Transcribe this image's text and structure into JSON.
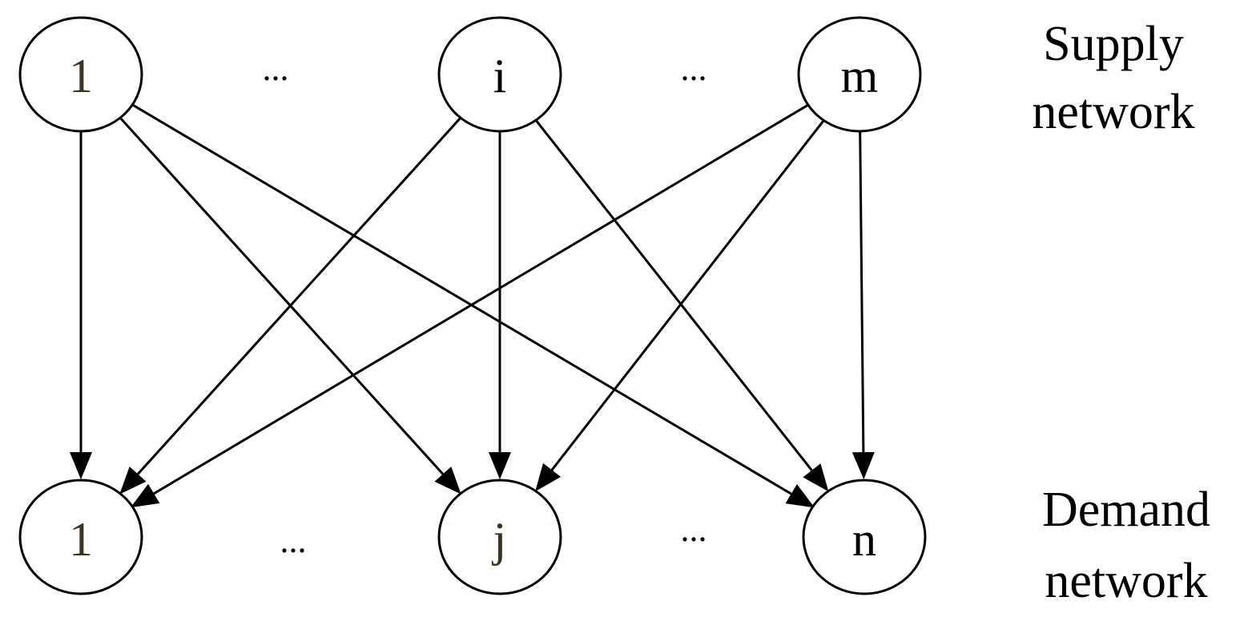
{
  "supply": {
    "label_line1": "Supply",
    "label_line2": "network",
    "nodes": [
      {
        "id": "s1",
        "label": "1"
      },
      {
        "id": "si",
        "label": "i"
      },
      {
        "id": "sm",
        "label": "m"
      }
    ],
    "ellipses": [
      "...",
      "..."
    ]
  },
  "demand": {
    "label_line1": "Demand",
    "label_line2": "network",
    "nodes": [
      {
        "id": "d1",
        "label": "1"
      },
      {
        "id": "dj",
        "label": "j"
      },
      {
        "id": "dn",
        "label": "n"
      }
    ],
    "ellipses": [
      "...",
      "..."
    ]
  },
  "edges": [
    {
      "from": "s1",
      "to": "d1"
    },
    {
      "from": "s1",
      "to": "dj"
    },
    {
      "from": "s1",
      "to": "dn"
    },
    {
      "from": "si",
      "to": "d1"
    },
    {
      "from": "si",
      "to": "dj"
    },
    {
      "from": "si",
      "to": "dn"
    },
    {
      "from": "sm",
      "to": "d1"
    },
    {
      "from": "sm",
      "to": "dj"
    },
    {
      "from": "sm",
      "to": "dn"
    }
  ],
  "colors": {
    "stroke": "#000000",
    "background": "#ffffff"
  }
}
